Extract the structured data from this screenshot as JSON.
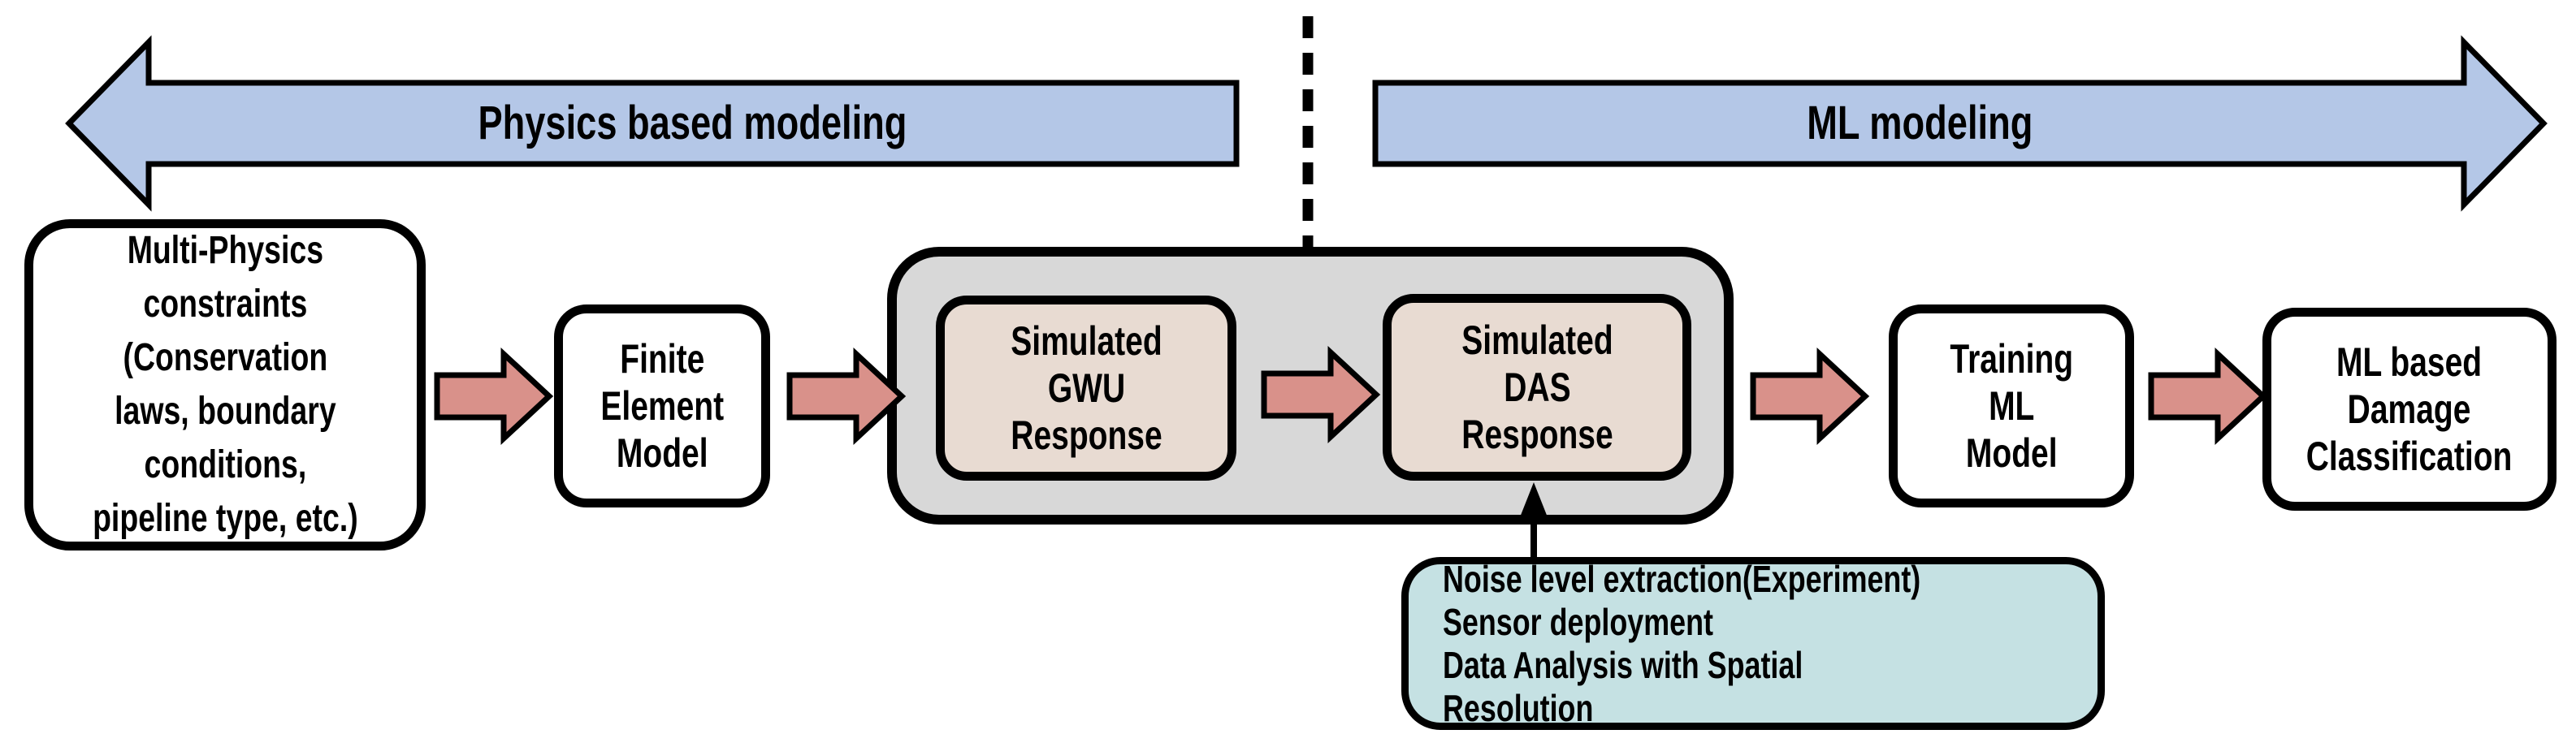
{
  "diagram": {
    "title": "Physics-to-ML damage classification workflow",
    "banners": {
      "physics": {
        "label": "Physics based modeling",
        "direction": "left"
      },
      "ml": {
        "label": "ML modeling",
        "direction": "right"
      }
    },
    "nodes": {
      "multi_physics": {
        "label": "Multi-Physics\nconstraints\n(Conservation\nlaws, boundary\nconditions,\npipeline type, etc.)"
      },
      "fem": {
        "label": "Finite\nElement\nModel"
      },
      "gwu": {
        "label": "Simulated\nGWU\nResponse"
      },
      "das": {
        "label": "Simulated\nDAS\nResponse"
      },
      "training": {
        "label": "Training\nML\nModel"
      },
      "ml_classification": {
        "label": "ML based\nDamage\nClassification"
      }
    },
    "note": {
      "label": "Noise level extraction(Experiment)\nSensor deployment\nData Analysis with Spatial Resolution"
    },
    "colors": {
      "banner_blue": "#b4c7e7",
      "flow_arrow_pink": "#d9918a",
      "container_gray": "#d8d8d8",
      "response_box_tan": "#e8dbd2",
      "note_teal": "#c5e1e3",
      "outline": "#000000"
    }
  }
}
